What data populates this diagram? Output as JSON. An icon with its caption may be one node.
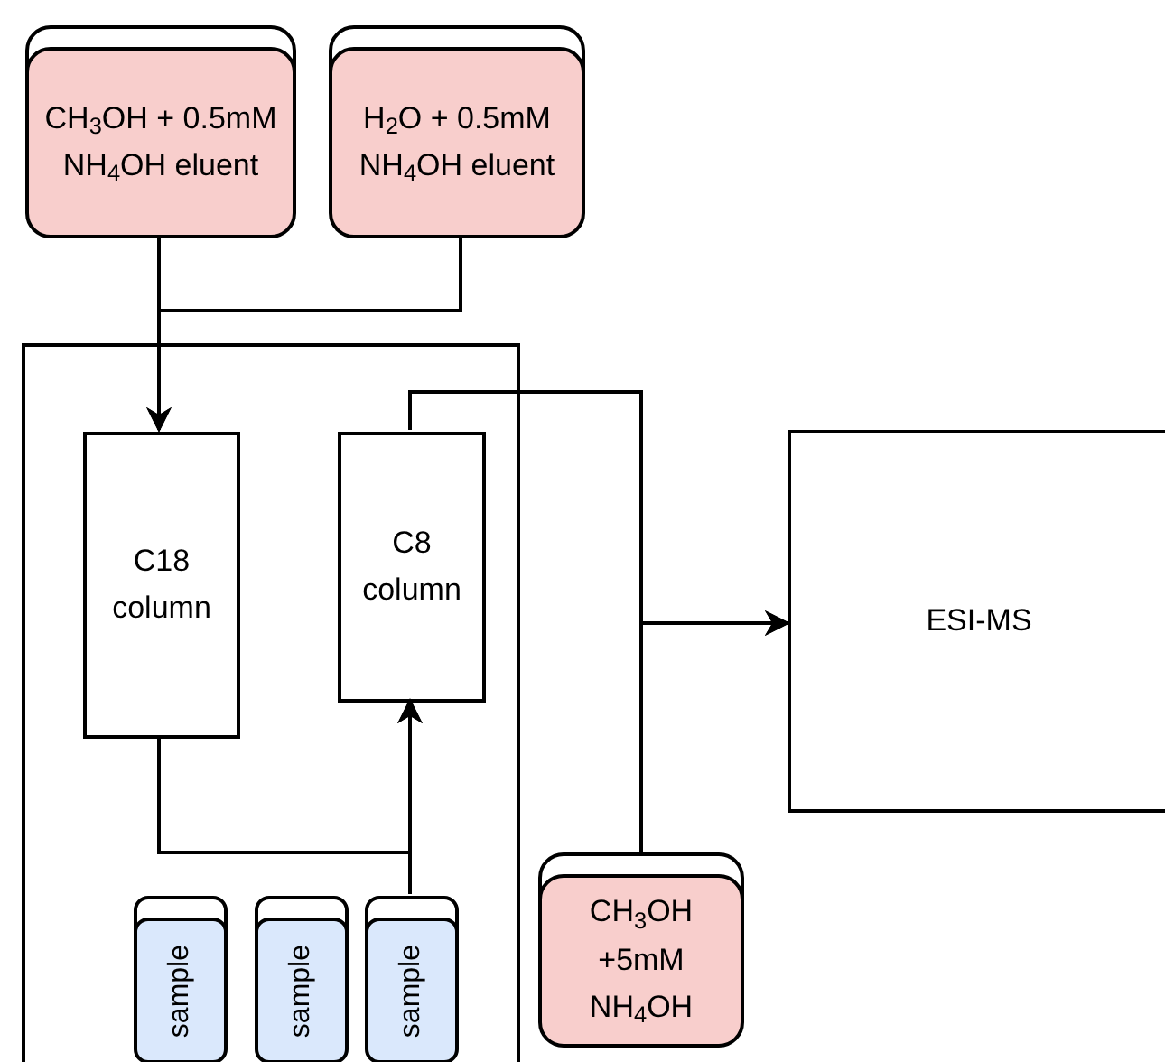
{
  "diagram": {
    "nodes": [
      {
        "text": [
          "CH$_{3}$OH + 0.5mM NH$_{4}$OH eluent"
        ]
      },
      {
        "text": [
          "H$_{2}$O + 0.5mM NH$_{4}$OH eluent"
        ]
      },
      {
        "text": [],
        "shape": "box"
      },
      {
        "text": [
          "C18 column"
        ],
        "in": 2
      },
      {
        "text": [
          "C8 column"
        ],
        "in": 2
      },
      {
        "text": [
          "sample"
        ],
        "in": 2
      },
      {
        "text": [
          "sample"
        ],
        "in": 2
      },
      {
        "text": [
          "sample"
        ],
        "in": 2
      },
      {
        "text": [
          "CH$_{3}$OH +5mM NH$_{4}$OH"
        ]
      },
      {
        "text": [
          "ESI-MS"
        ]
      }
    ],
    "edges": [
      {
        "from": 0,
        "to": 3,
        "arrow": "to"
      },
      {
        "from": 1,
        "to": 3,
        "arrow": "to"
      },
      {
        "from": 3,
        "to": 4,
        "arrow": "to"
      },
      {
        "from": 7,
        "to": 4,
        "arrow": "to"
      },
      {
        "from": 4,
        "to": 9,
        "arrow": "to"
      },
      {
        "from": 8,
        "to": 9,
        "arrow": "to"
      }
    ]
  }
}
